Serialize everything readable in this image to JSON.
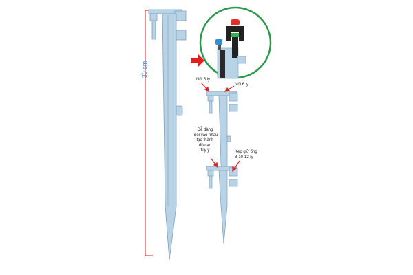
{
  "dimension": {
    "label": "30 cm"
  },
  "callouts": {
    "connector_5": "Nối 5 ly",
    "connector_6": "Nối 6 ly",
    "stackable": [
      "Dễ dàng",
      "nối vào nhau",
      "tạo thành",
      "độ cao",
      "tùy ý"
    ],
    "clip": [
      "Kẹp giữ ống",
      "8-10-12 ly"
    ]
  },
  "colors": {
    "stake": "#b9d3e6",
    "stake_edge": "#7fa0bb",
    "dimension": "#d22",
    "circle": "#2a9a4a",
    "arrow": "#e02020"
  }
}
